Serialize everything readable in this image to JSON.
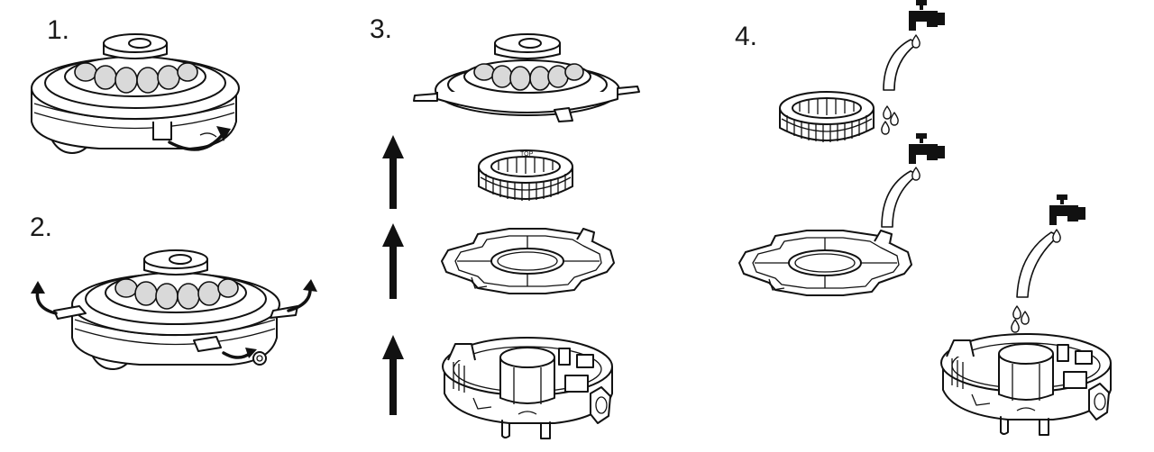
{
  "steps": [
    {
      "label": "1."
    },
    {
      "label": "2."
    },
    {
      "label": "3."
    },
    {
      "label": "4."
    }
  ],
  "filter_marking": "TOP",
  "colors": {
    "line": "#111111",
    "background": "#ffffff"
  },
  "icons": [
    "robot-cleaner-icon",
    "curved-arrow-icon",
    "up-arrow-icon",
    "water-faucet-icon",
    "water-drop-icon",
    "filter-cartridge-icon",
    "filter-tray-icon",
    "base-housing-icon"
  ]
}
